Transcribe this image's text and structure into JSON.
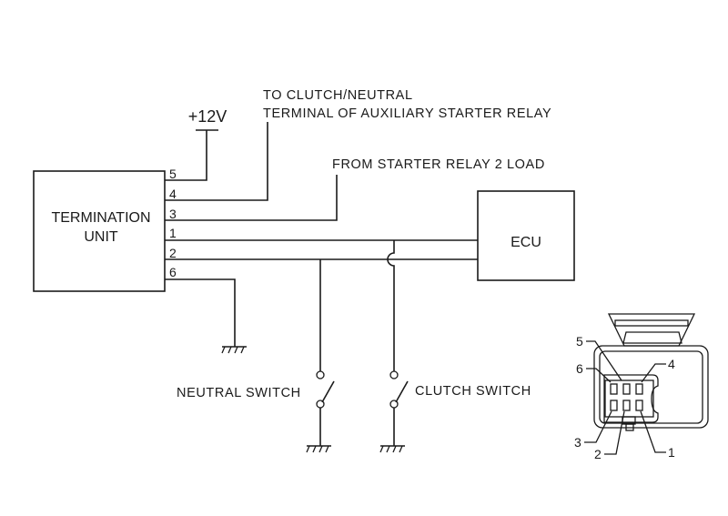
{
  "diagram": {
    "type": "wiring-schematic",
    "components": {
      "termination_unit": {
        "label_line1": "TERMINATION",
        "label_line2": "UNIT"
      },
      "ecu": {
        "label": "ECU"
      },
      "power": {
        "label": "+12V"
      }
    },
    "terminal_pins": [
      "5",
      "4",
      "3",
      "1",
      "2",
      "6"
    ],
    "annotations": {
      "clutch_neutral_line1": "TO CLUTCH/NEUTRAL",
      "clutch_neutral_line2": "TERMINAL OF AUXILIARY STARTER RELAY",
      "starter_relay": "FROM STARTER RELAY 2 LOAD",
      "neutral_switch": "NEUTRAL SWITCH",
      "clutch_switch": "CLUTCH SWITCH"
    },
    "connections": [
      {
        "pin": "5",
        "to": "+12V"
      },
      {
        "pin": "4",
        "to": "TO CLUTCH/NEUTRAL TERMINAL OF AUXILIARY STARTER RELAY"
      },
      {
        "pin": "3",
        "to": "FROM STARTER RELAY 2 LOAD"
      },
      {
        "pin": "1",
        "to": "ECU",
        "via": "CLUTCH SWITCH to ground"
      },
      {
        "pin": "2",
        "to": "ECU",
        "via": "NEUTRAL SWITCH to ground"
      },
      {
        "pin": "6",
        "to": "ground"
      }
    ],
    "connector_view": {
      "pin_labels": {
        "p1": "1",
        "p2": "2",
        "p3": "3",
        "p4": "4",
        "p5": "5",
        "p6": "6"
      }
    }
  }
}
